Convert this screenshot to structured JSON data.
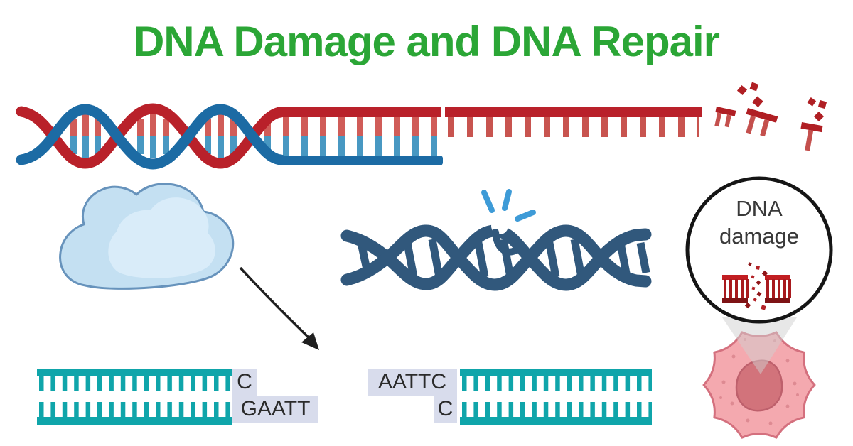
{
  "title": {
    "text": "DNA Damage and DNA Repair",
    "color": "#2BA636"
  },
  "top_strand": {
    "description": "double helix unwinding into damaged single strand with fragments",
    "helix_red": "#B9212A",
    "helix_blue": "#1C6BA4",
    "rung_red": "#D05C58",
    "rung_blue": "#4898C2",
    "fragment_red": "#B01F24"
  },
  "cloud": {
    "fill": "#C4E0F2",
    "highlight": "#D9ECF9",
    "outline": "#6793BC"
  },
  "arrow": {
    "color": "#1F1F1F"
  },
  "broken_helix": {
    "color": "#31587C",
    "spark_color": "#3E9BD7"
  },
  "magnifier": {
    "line1": "DNA",
    "line2": "damage",
    "text_color": "#3A3A3A",
    "border": "#151515",
    "ladder_bright_red": "#C21E22",
    "ladder_dark_red": "#7E1316"
  },
  "cell": {
    "body": "#F4A9AF",
    "outline": "#D4707E",
    "nucleus": "#D2737B"
  },
  "sticky_ends": {
    "teal": "#0FA5AA",
    "label_bg": "#D8DCEC",
    "left_top": "C",
    "left_bottom": "GAATT",
    "right_top": "AATTC",
    "right_bottom": "C"
  }
}
